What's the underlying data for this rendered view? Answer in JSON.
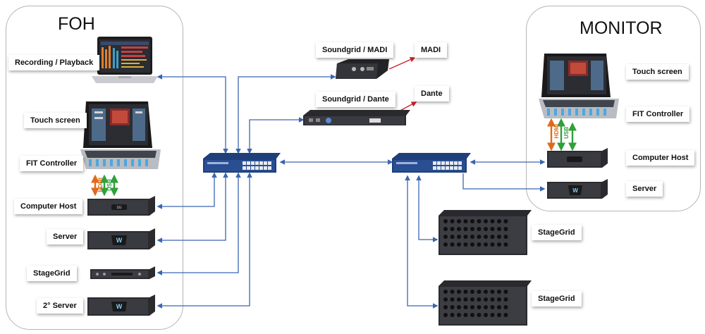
{
  "foh": {
    "title": "FOH",
    "labels": {
      "recording": "Recording / Playback",
      "touch": "Touch screen",
      "fit": "FIT Controller",
      "host": "Computer Host",
      "server": "Server",
      "stagegrid": "StageGrid",
      "server2": "2° Server"
    },
    "cables": {
      "hdmi": "HDMI",
      "usb": "USB"
    }
  },
  "monitor": {
    "title": "MONITOR",
    "labels": {
      "touch": "Touch screen",
      "fit": "FIT Controller",
      "host": "Computer Host",
      "server": "Server"
    },
    "cables": {
      "hdmi": "HDMI",
      "usb": "USB"
    }
  },
  "center": {
    "labels": {
      "sg_madi": "Soundgrid / MADI",
      "madi": "MADI",
      "sg_dante": "Soundgrid / Dante",
      "dante": "Dante",
      "stagegrid1": "StageGrid",
      "stagegrid2": "StageGrid"
    }
  },
  "colors": {
    "link": "#3a66b0",
    "output_arrow": "#c8202a",
    "hdmi": "#e06a1a",
    "usb": "#2fa03a",
    "device_body": "#2b2b2f",
    "switch_body": "#1f3f7a"
  }
}
